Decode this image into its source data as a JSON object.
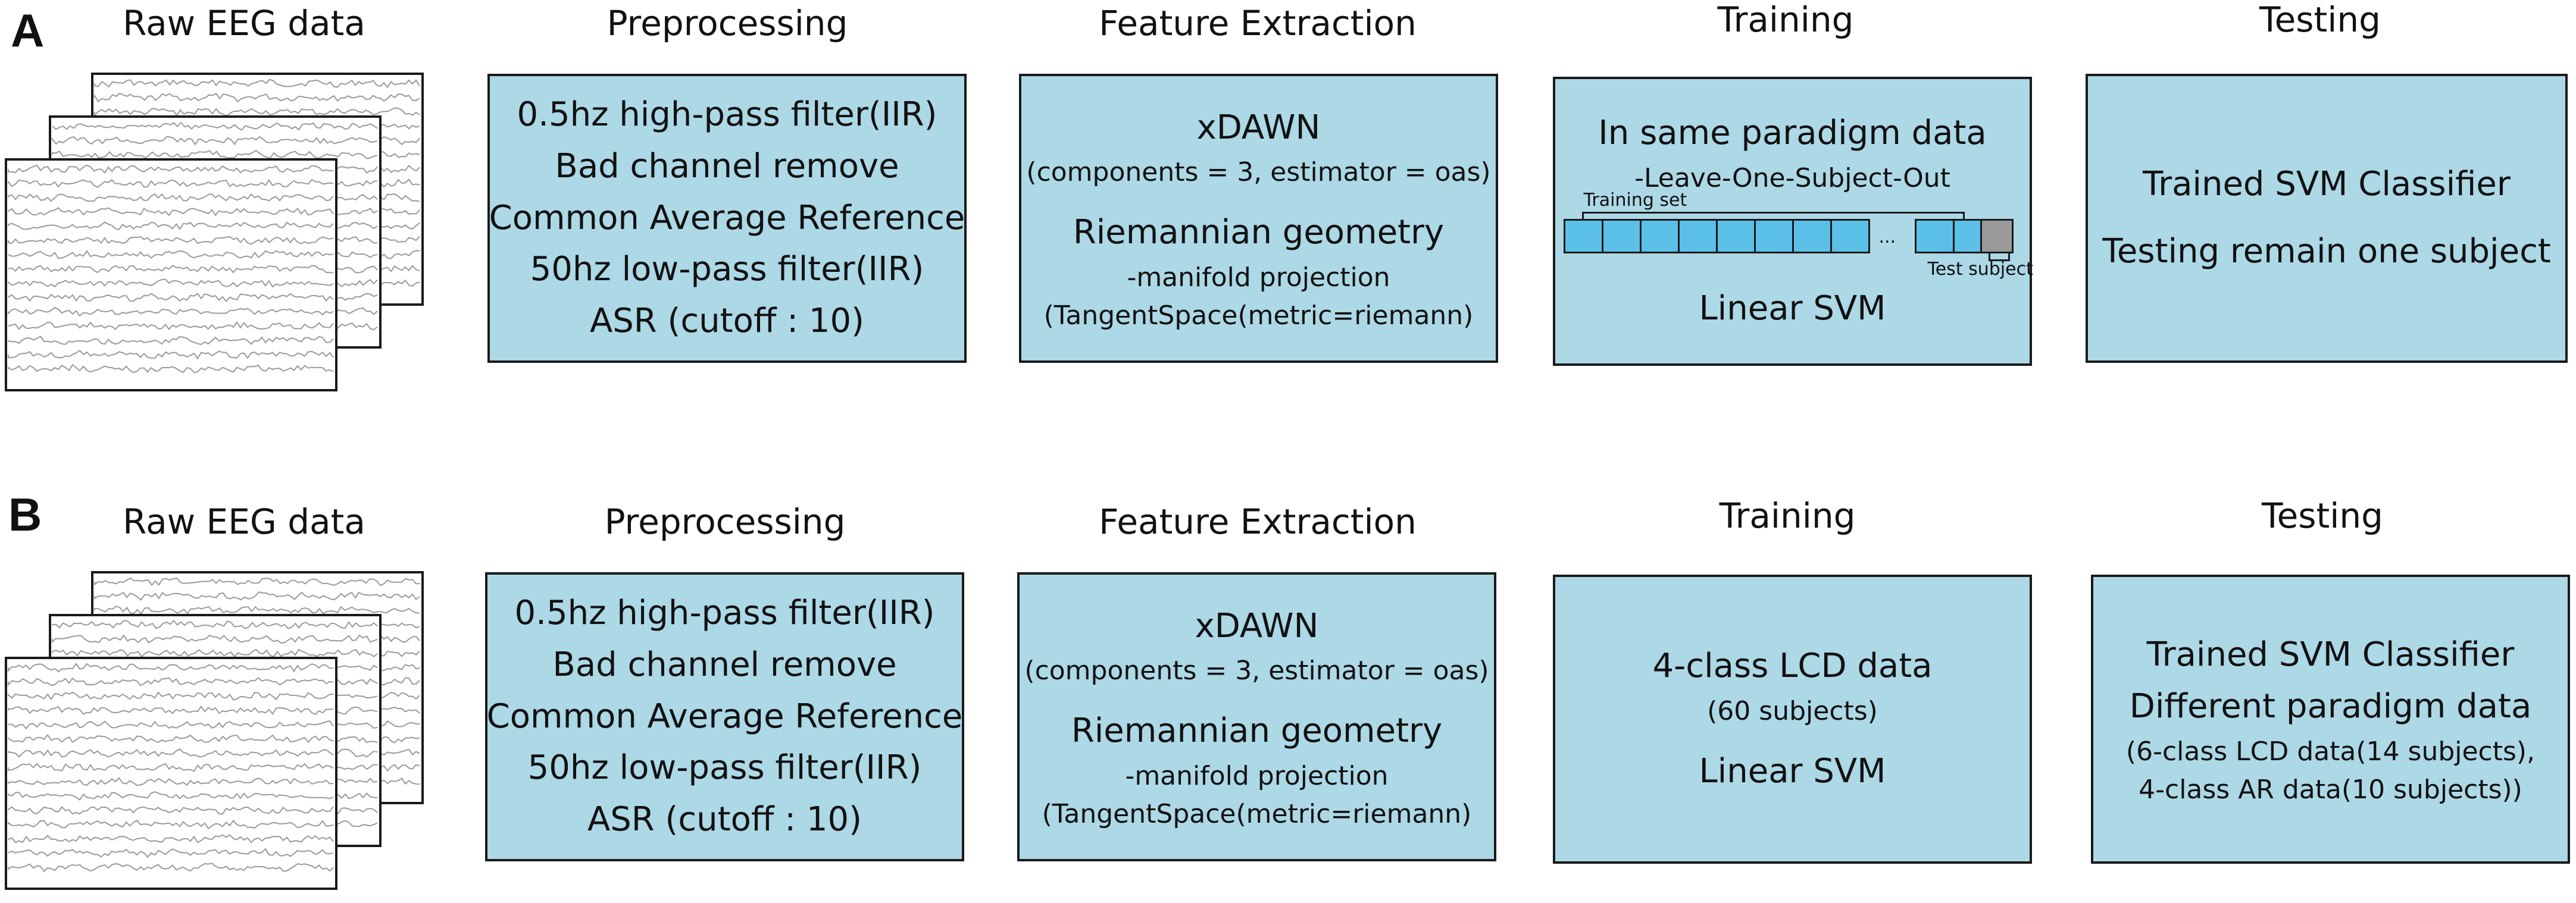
{
  "panels": [
    {
      "letter": "A",
      "headings": {
        "raw": "Raw EEG data",
        "pre": "Preprocessing",
        "feat": "Feature Extraction",
        "train": "Training",
        "test": "Testing"
      },
      "preprocessing": [
        "0.5hz high-pass filter(IIR)",
        "Bad channel remove",
        "Common Average Reference",
        "50hz low-pass filter(IIR)",
        "ASR (cutoff : 10)"
      ],
      "feature": {
        "xdawn": "xDAWN",
        "xdawn_params": "(components = 3, estimator = oas)",
        "riemann": "Riemannian geometry",
        "projection": "-manifold projection",
        "tangent": "(TangentSpace(metric=riemann)"
      },
      "training": {
        "line1": "In same paradigm data",
        "line2": "-Leave-One-Subject-Out",
        "training_set_label": "Training set",
        "ellipsis": "...",
        "test_subject_label": "Test subject",
        "model": "Linear SVM"
      },
      "testing": {
        "line1": "Trained SVM Classifier",
        "line2": "Testing remain one subject"
      }
    },
    {
      "letter": "B",
      "headings": {
        "raw": "Raw EEG data",
        "pre": "Preprocessing",
        "feat": "Feature Extraction",
        "train": "Training",
        "test": "Testing"
      },
      "preprocessing": [
        "0.5hz high-pass filter(IIR)",
        "Bad channel remove",
        "Common Average Reference",
        "50hz low-pass filter(IIR)",
        "ASR (cutoff : 10)"
      ],
      "feature": {
        "xdawn": "xDAWN",
        "xdawn_params": "(components = 3, estimator = oas)",
        "riemann": "Riemannian geometry",
        "projection": "-manifold projection",
        "tangent": "(TangentSpace(metric=riemann)"
      },
      "training": {
        "line1": "4-class LCD data",
        "line2": "(60 subjects)",
        "model": "Linear SVM"
      },
      "testing": {
        "line1": "Trained SVM Classifier",
        "line2": "Different paradigm data",
        "line3": "(6-class LCD data(14 subjects),",
        "line4": "4-class AR data(10 subjects))"
      }
    }
  ],
  "colors": {
    "box_fill": "#add8e6",
    "cv_cell": "#5bc0e8",
    "test_cell": "#9a9a9a"
  }
}
